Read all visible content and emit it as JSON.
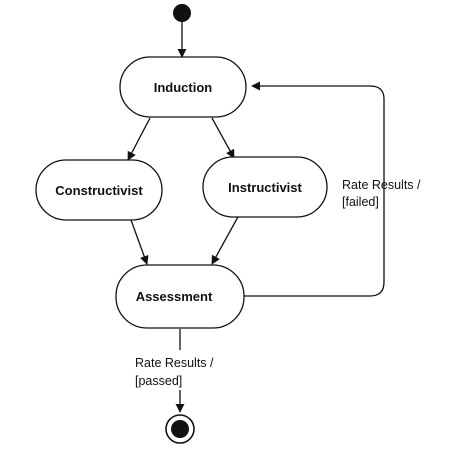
{
  "diagram": {
    "type": "uml-activity",
    "states": {
      "induction": "Induction",
      "constructivist": "Constructivist",
      "instructivist": "Instructivist",
      "assessment": "Assessment"
    },
    "transitions": {
      "failed_line1": "Rate Results /",
      "failed_line2": "[failed]",
      "passed_line1": "Rate Results /",
      "passed_line2": "[passed]"
    },
    "colors": {
      "stroke": "#111111",
      "background": "#ffffff"
    }
  }
}
